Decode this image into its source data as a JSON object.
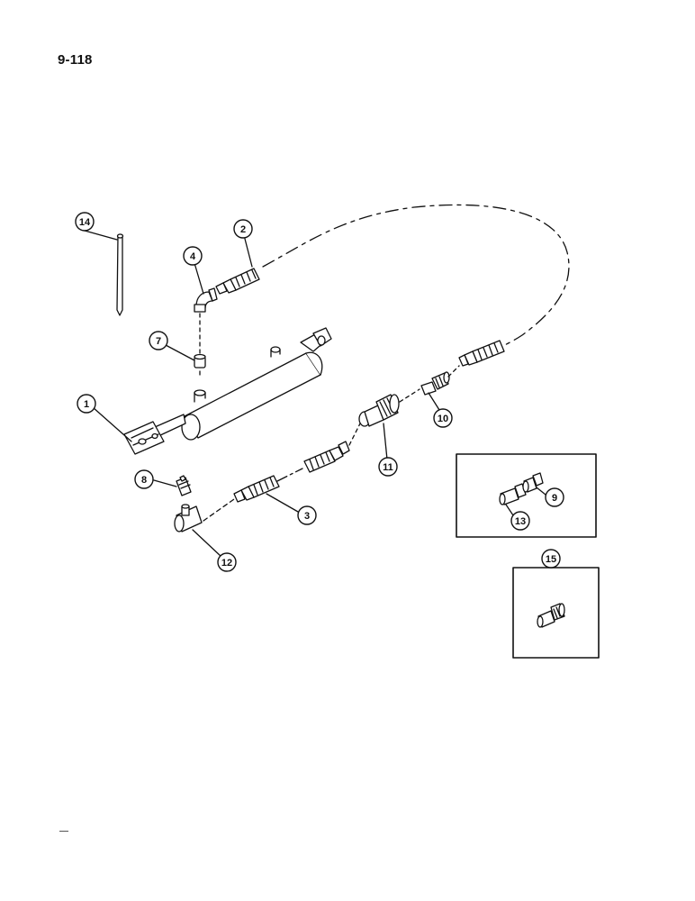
{
  "page": {
    "number": "9-118"
  },
  "callouts": [
    {
      "label": "1",
      "part": "cylinder"
    },
    {
      "label": "2",
      "part": "hose-long"
    },
    {
      "label": "3",
      "part": "hose-short"
    },
    {
      "label": "4",
      "part": "elbow-fitting"
    },
    {
      "label": "7",
      "part": "restrictor"
    },
    {
      "label": "8",
      "part": "adapter"
    },
    {
      "label": "9",
      "part": "nut-fitting"
    },
    {
      "label": "10",
      "part": "coupler-tip"
    },
    {
      "label": "11",
      "part": "coupler"
    },
    {
      "label": "12",
      "part": "tee-fitting"
    },
    {
      "label": "13",
      "part": "adapter-fitting"
    },
    {
      "label": "14",
      "part": "pin"
    },
    {
      "label": "15",
      "part": "adapter-alternate"
    }
  ]
}
